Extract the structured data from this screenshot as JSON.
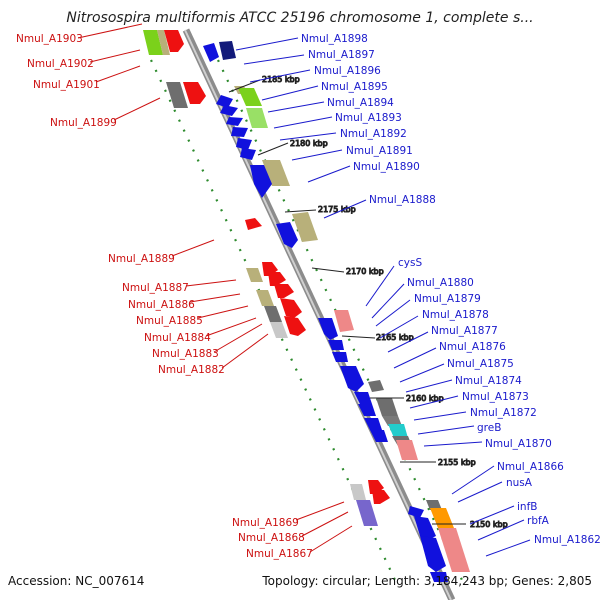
{
  "header": {
    "title": "Nitrosospira multiformis ATCC 25196 chromosome 1, complete s..."
  },
  "footer": {
    "accession": "Accession: NC_007614",
    "summary": "Topology: circular; Length: 3,184,243 bp; Genes: 2,805"
  },
  "colors": {
    "backbone": "#888888",
    "dotted_track": "#2e8b2e",
    "label_left": "#cc1111",
    "label_right": "#1a1acc",
    "gene_red": "#ee1111",
    "gene_blue": "#1111dd",
    "gene_navy": "#121a7a",
    "gene_green": "#7bd11b",
    "gene_olive": "#b8b07a",
    "gene_gray": "#6e6e6e",
    "gene_silver": "#c8c8c8",
    "gene_pink": "#ee8888",
    "gene_orange": "#ff9900",
    "gene_cyan": "#22cccc",
    "gene_purple": "#7766cc"
  },
  "kbp_marks": [
    "2185 kbp",
    "2180 kbp",
    "2175 kbp",
    "2170 kbp",
    "2165 kbp",
    "2160 kbp",
    "2155 kbp",
    "2150 kbp"
  ],
  "left_labels": [
    "Nmul_A1903",
    "Nmul_A1902",
    "Nmul_A1901",
    "Nmul_A1899",
    "Nmul_A1889",
    "Nmul_A1887",
    "Nmul_A1886",
    "Nmul_A1885",
    "Nmul_A1884",
    "Nmul_A1883",
    "Nmul_A1882",
    "Nmul_A1869",
    "Nmul_A1868",
    "Nmul_A1867"
  ],
  "right_labels": [
    "Nmul_A1898",
    "Nmul_A1897",
    "Nmul_A1896",
    "Nmul_A1895",
    "Nmul_A1894",
    "Nmul_A1893",
    "Nmul_A1892",
    "Nmul_A1891",
    "Nmul_A1890",
    "Nmul_A1888",
    "cysS",
    "Nmul_A1880",
    "Nmul_A1879",
    "Nmul_A1878",
    "Nmul_A1877",
    "Nmul_A1876",
    "Nmul_A1875",
    "Nmul_A1874",
    "Nmul_A1873",
    "Nmul_A1872",
    "greB",
    "Nmul_A1870",
    "Nmul_A1866",
    "nusA",
    "infB",
    "rbfA",
    "Nmul_A1862"
  ]
}
